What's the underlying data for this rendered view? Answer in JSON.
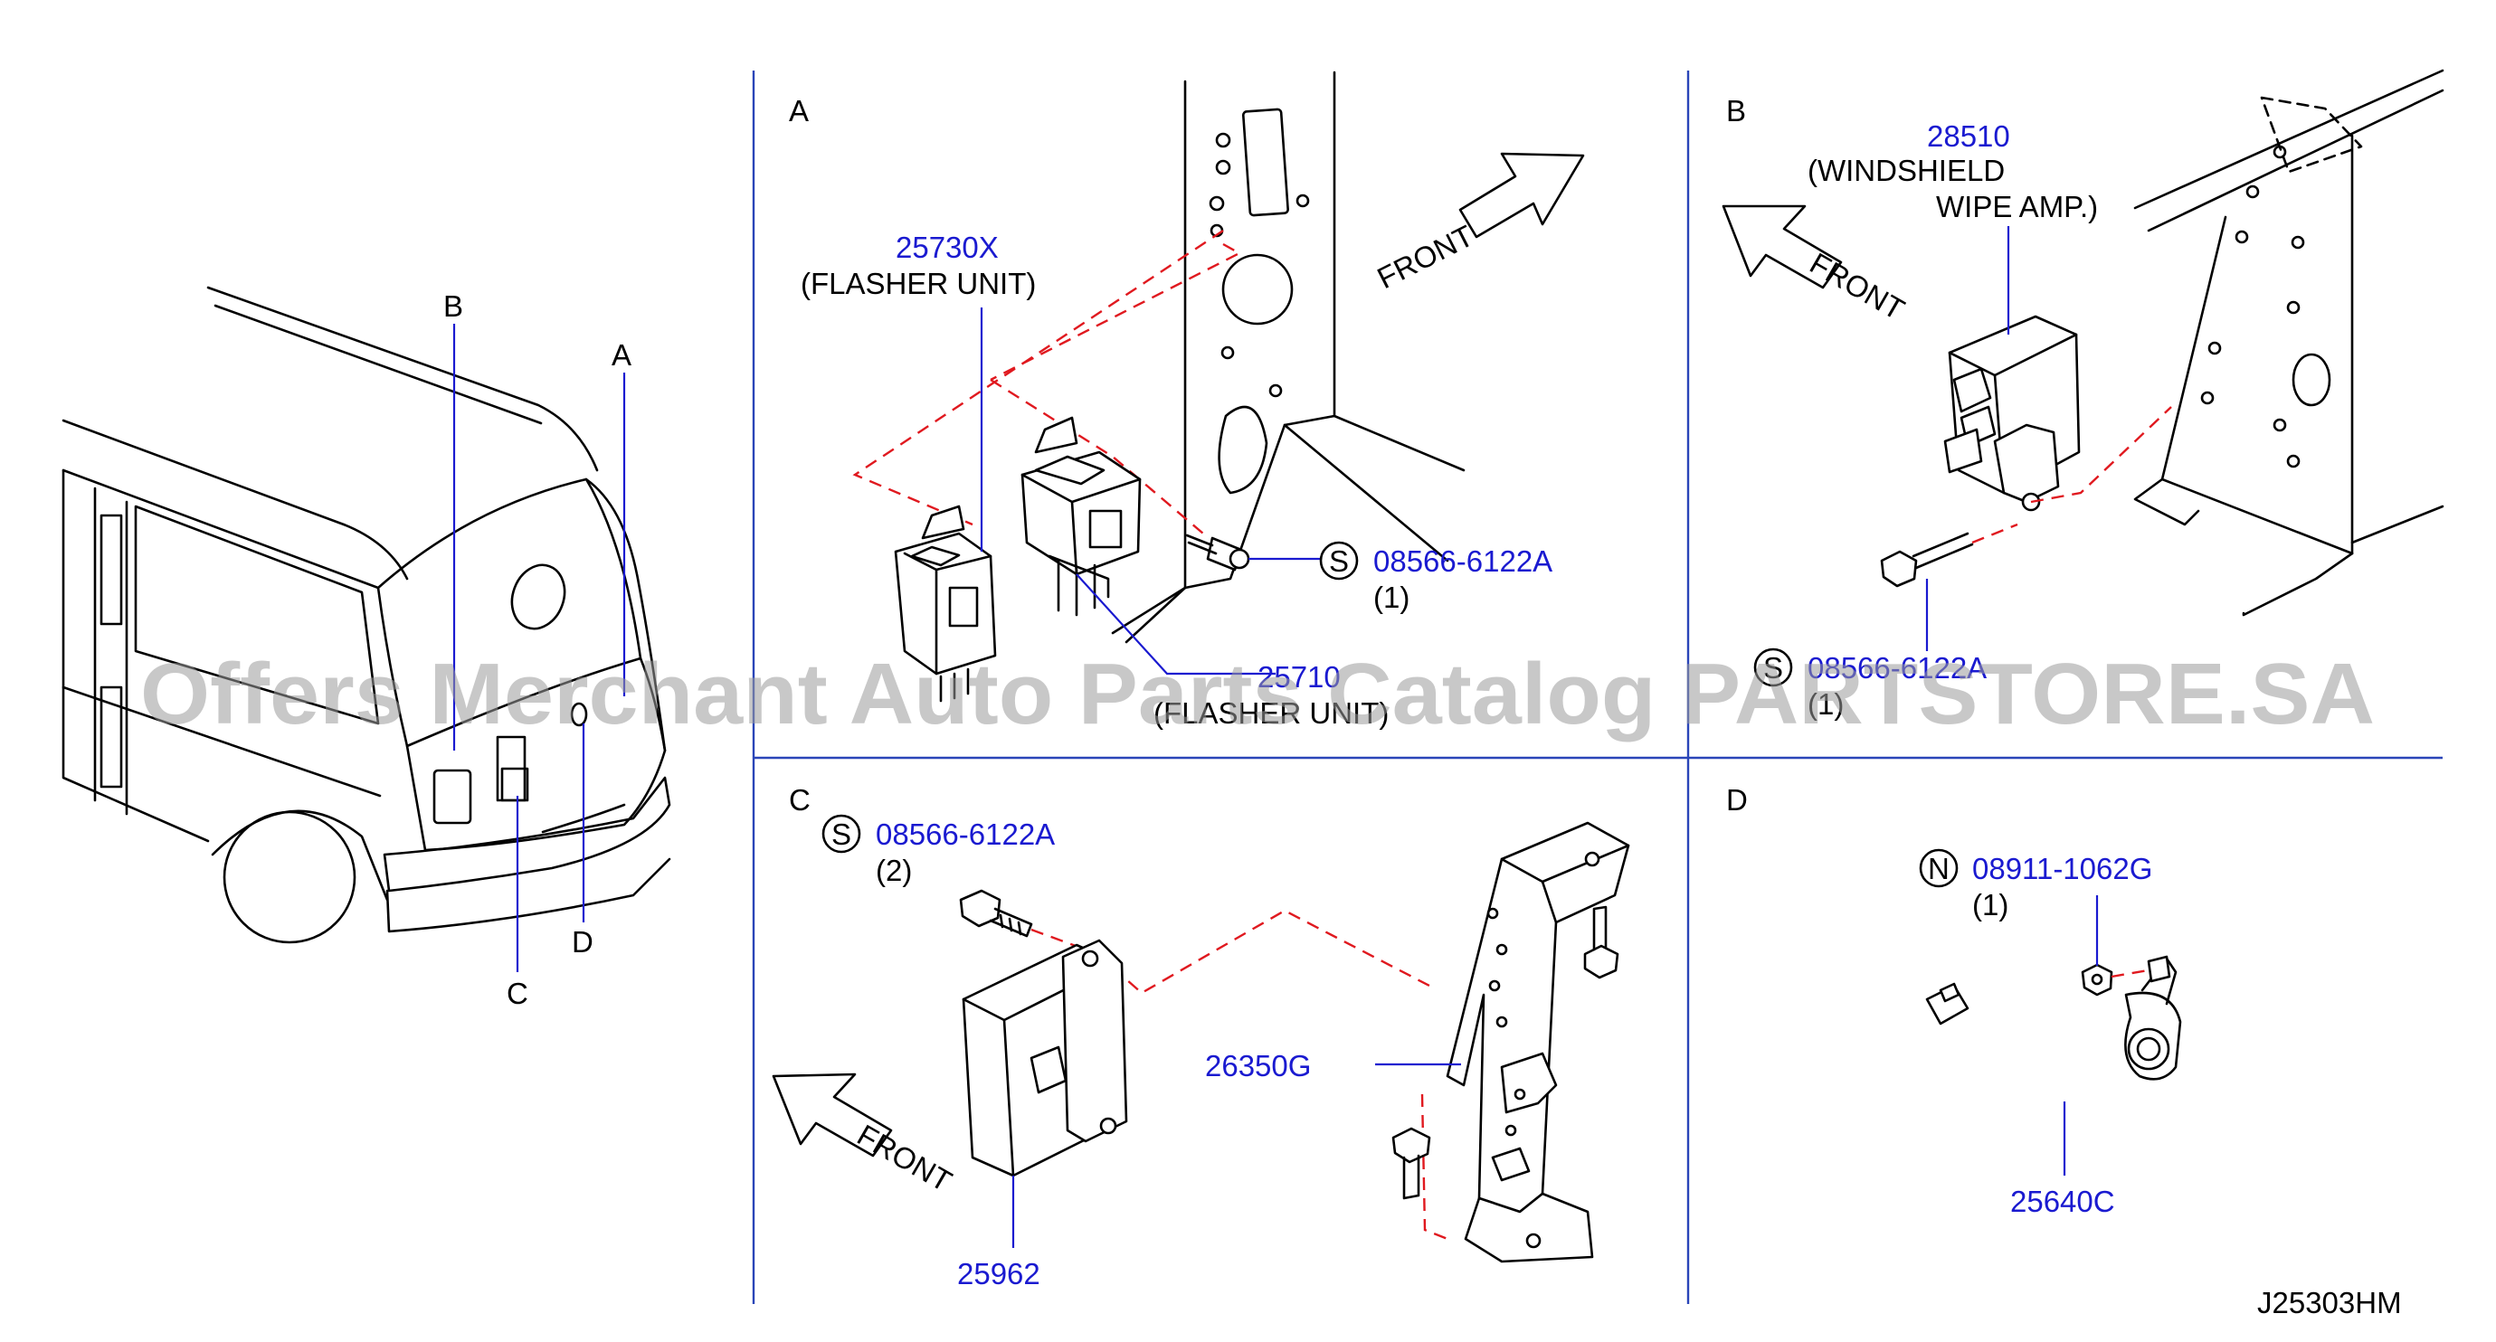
{
  "watermark": "Offers Merchant Auto Parts Catalog PARTSTORE.SA",
  "diagram_code": "J25303HM",
  "overview_callouts": {
    "a": "A",
    "b": "B",
    "c": "C",
    "d": "D"
  },
  "panels": {
    "a": {
      "letter": "A",
      "front": "FRONT",
      "parts": [
        {
          "number": "25730X",
          "desc": "(FLASHER  UNIT)"
        },
        {
          "number": "25710",
          "desc": "(FLASHER  UNIT)"
        }
      ],
      "fastener": {
        "symbol": "S",
        "number": "08566-6122A",
        "qty": "(1)"
      }
    },
    "b": {
      "letter": "B",
      "front": "FRONT",
      "parts": [
        {
          "number": "28510",
          "desc_line1": "(WINDSHIELD",
          "desc_line2": "WIPE   AMP.)"
        }
      ],
      "fastener": {
        "symbol": "S",
        "number": "08566-6122A",
        "qty": "(1)"
      }
    },
    "c": {
      "letter": "C",
      "front": "FRONT",
      "parts": [
        {
          "number": "26350G"
        },
        {
          "number": "25962"
        }
      ],
      "fastener": {
        "symbol": "S",
        "number": "08566-6122A",
        "qty": "(2)"
      }
    },
    "d": {
      "letter": "D",
      "parts": [
        {
          "number": "25640C"
        }
      ],
      "fastener": {
        "symbol": "N",
        "number": "08911-1062G",
        "qty": "(1)"
      }
    }
  }
}
